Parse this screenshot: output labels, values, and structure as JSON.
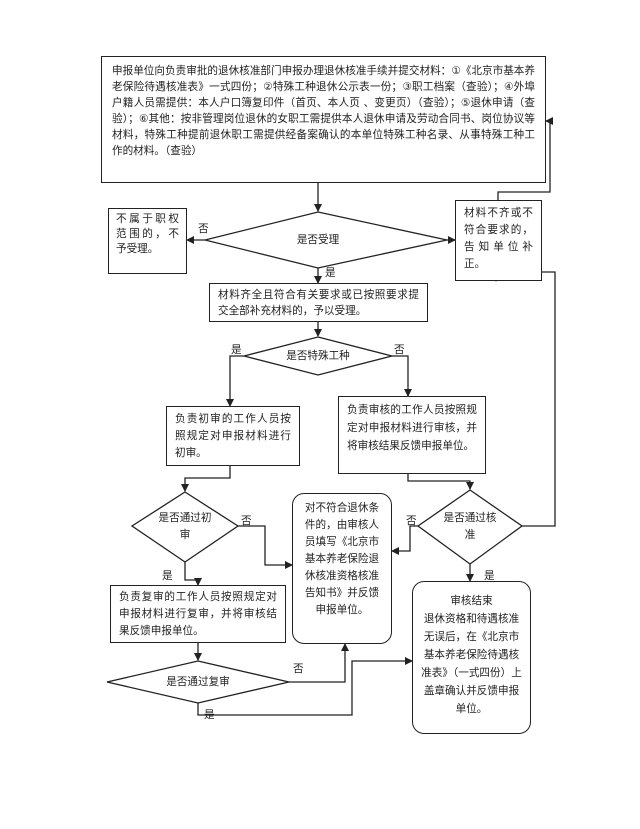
{
  "nodes": {
    "submit": "申报单位向负责审批的退休核准部门申报办理退休核准手续并提交材料：①《北京市基本养老保险待遇核准表》一式四份；②特殊工种退休公示表一份；③职工档案（查验）；④外埠户籍人员需提供：本人户口簿复印件（首页、本人页 、变更页）（查验）；⑤退休申请（查验）；⑥其他：按非管理岗位退休的女职工需提供本人退休申请及劳动合同书、岗位协议等材料，特殊工种提前退休职工需提供经备案确认的本单位特殊工种名录、从事特殊工种工作的材料。（查验）",
    "not_in_scope": "不属于职权范围的，不予受理。",
    "accept_q": "是否受理",
    "incomplete": "材料不齐或不符合要求的，告知单位补正。",
    "accepted": "材料齐全且符合有关要求或已按照要求提交全部补充材料的，予以受理。",
    "special_q": "是否特殊工种",
    "first_review": "负责初审的工作人员按照规定对申报材料进行初审。",
    "approval_review": "负责审核的工作人员按照规定对申报材料进行审核，并将审核结果反馈申报单位。",
    "first_pass_q": "是否通过初审",
    "reject_notice": "对不符合退休条件的，由审核人员填写《北京市基本养老保险退休核准资格核准告知书》并反馈申报单位。",
    "approve_pass_q": "是否通过核准",
    "recheck": "负责复审的工作人员按照规定对申报材料进行复审，并将审核结果反馈申报单位。",
    "recheck_pass_q": "是否通过复审",
    "end": "审核结束\n退休资格和待遇核准无误后，在《北京市基本养老保险待遇核准表》（一式四份）上盖章确认并反馈申报单位。"
  },
  "labels": {
    "yes": "是",
    "no": "否"
  }
}
